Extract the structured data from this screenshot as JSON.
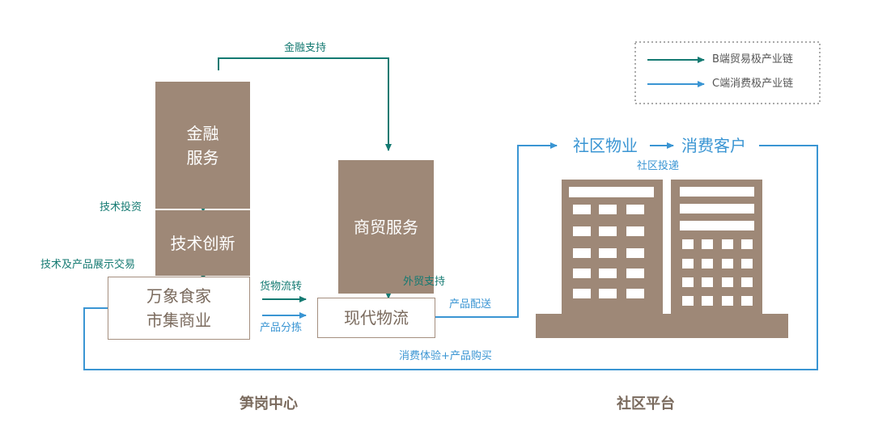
{
  "colors": {
    "b_chain": "#147a72",
    "c_chain": "#3a95d3",
    "box_fill": "#9e8877",
    "box_border": "#a58f7f",
    "box_text_dark": "#7a6a5d",
    "footer_text": "#7a6a5d"
  },
  "nodes": {
    "finance_service": "金融\n服务",
    "tech_innovation": "技术创新",
    "market": "万象食家\n市集商业",
    "trade_service": "商贸服务",
    "logistics": "现代物流",
    "community_property": "社区物业",
    "consumer": "消费客户"
  },
  "edges": {
    "financial_support": "金融支持",
    "tech_investment": "技术投资",
    "tech_product_exhibition": "技术及产品展示交易",
    "goods_flow": "货物流转",
    "product_sorting": "产品分拣",
    "foreign_trade_support": "外贸支持",
    "product_delivery": "产品配送",
    "community_delivery": "社区投递",
    "consumption_experience": "消费体验+产品购买"
  },
  "legend": {
    "b_chain": "B端贸易极产业链",
    "c_chain": "C端消费极产业链"
  },
  "footer": {
    "left": "笋岗中心",
    "right": "社区平台"
  }
}
